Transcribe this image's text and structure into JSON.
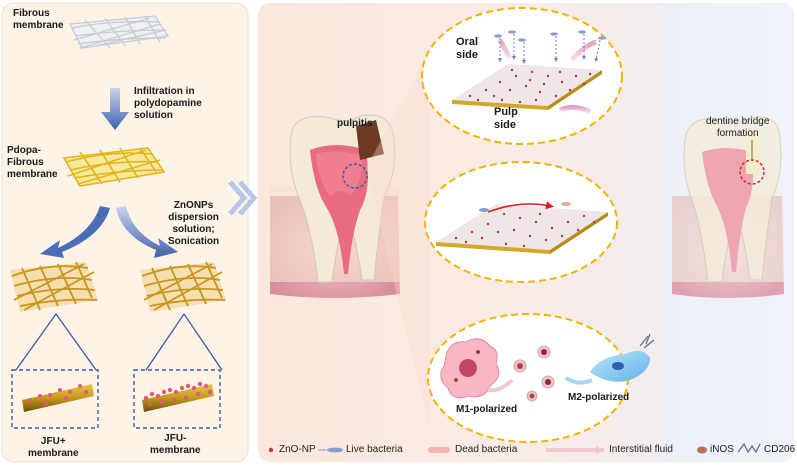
{
  "left_panel": {
    "fibrous_membrane": "Fibrous\nmembrane",
    "infiltration": "Infiltration in\npolydopamine\nsolution",
    "pdopa_membrane": "Pdopa-\nFibrous\nmembrane",
    "znonps_process": "ZnONPs\ndispersion\nsolution;\nSonication",
    "jfu_plus": "JFU+\nmembrane",
    "jfu_minus": "JFU-\nmembrane"
  },
  "center_panel": {
    "pulpitis": "pulpitis",
    "oral_side": "Oral\nside",
    "pulp_side": "Pulp\nside",
    "m1_polarized": "M1-polarized",
    "m2_polarized": "M2-polarized"
  },
  "right_panel": {
    "dentine_bridge": "dentine bridge\nformation"
  },
  "legend": {
    "zno_np": "ZnO-NP",
    "live_bacteria": "Live bacteria",
    "dead_bacteria": "Dead bacteria",
    "interstitial_fluid": "Interstitial fluid",
    "inos": "iNOS",
    "cd206": "CD206"
  },
  "colors": {
    "gold_membrane": "#d9a92a",
    "ellipse_border": "#f0b400",
    "arrow_blue": "#4a6eb5",
    "zno_np": "#c0394f",
    "dashed_blue": "#3c5aa8",
    "dashed_red": "#d42020"
  }
}
